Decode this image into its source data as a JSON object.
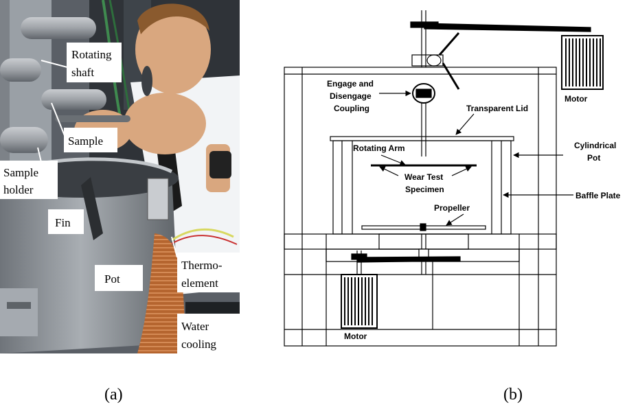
{
  "photo_labels": {
    "rotating_shaft_line1": "Rotating",
    "rotating_shaft_line2": "shaft",
    "sample": "Sample",
    "sample_holder_line1": "Sample",
    "sample_holder_line2": "holder",
    "fin": "Fin",
    "pot": "Pot",
    "thermo_line1": "Thermo-",
    "thermo_line2": "element",
    "water_line1": "Water",
    "water_line2": "cooling"
  },
  "schematic_labels": {
    "engage_line1": "Engage and",
    "engage_line2": "Disengage",
    "engage_line3": "Coupling",
    "transparent_lid": "Transparent Lid",
    "cylindrical_line1": "Cylindrical",
    "cylindrical_line2": "Pot",
    "rotating_arm": "Rotating Arm",
    "wear_line1": "Wear Test",
    "wear_line2": "Specimen",
    "propeller": "Propeller",
    "baffle_plate": "Baffle Plate",
    "motor_top": "Motor",
    "motor_bottom": "Motor"
  },
  "captions": {
    "a": "(a)",
    "b": "(b)"
  },
  "colors": {
    "photo_bg": "#5a5f66",
    "pot_steel": "#8e9399",
    "copper": "#b5652f",
    "skin": "#d9a77f",
    "shirt": "#f2f4f6",
    "line": "#000000"
  }
}
